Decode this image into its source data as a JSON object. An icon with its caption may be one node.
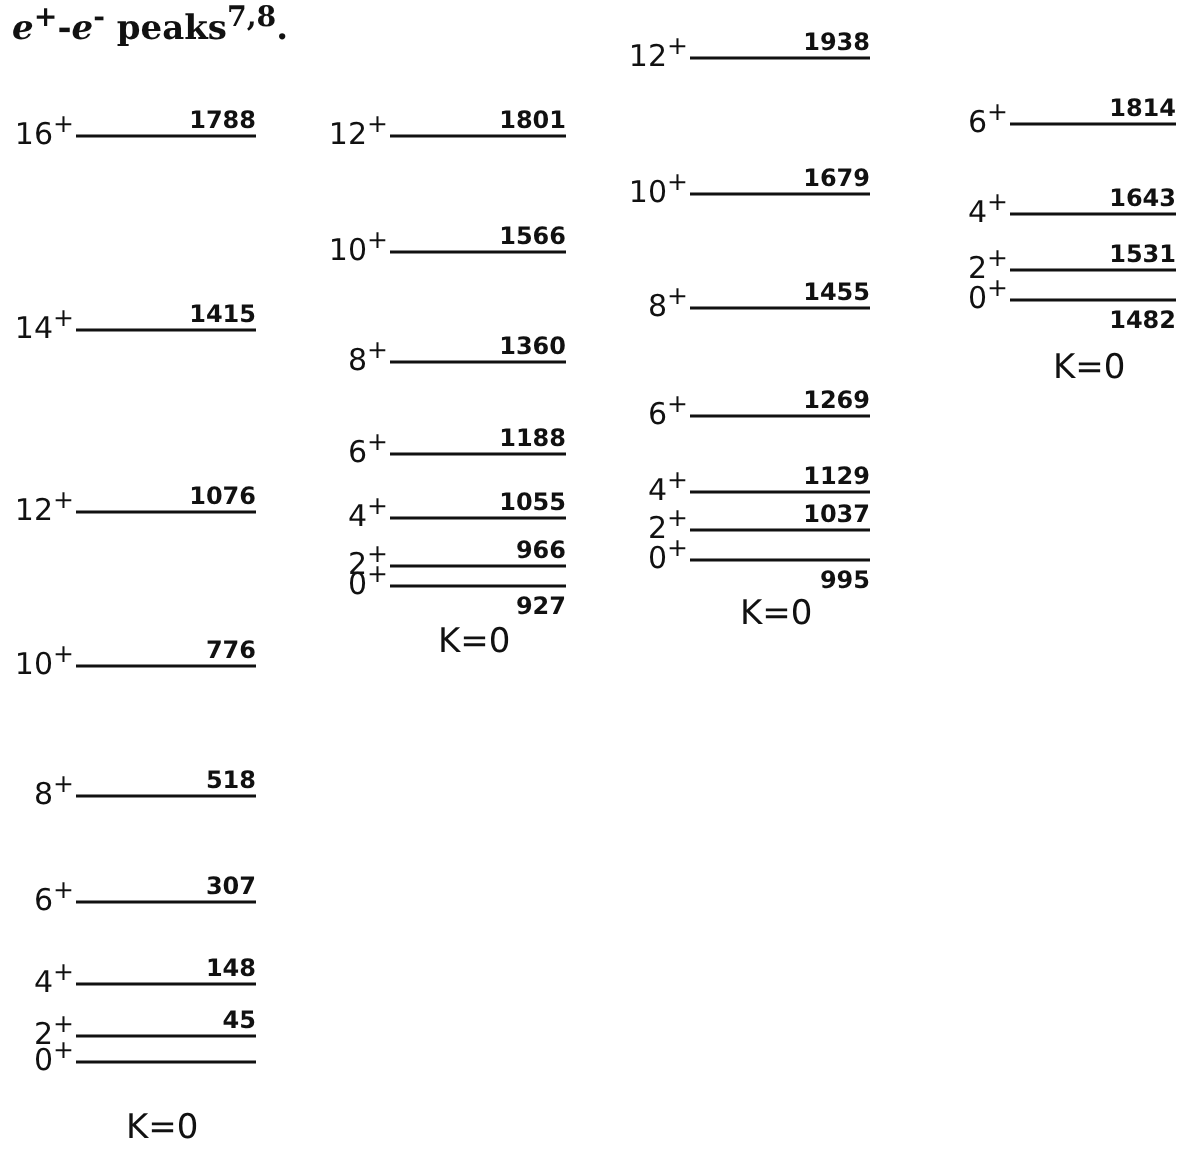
{
  "diagram": {
    "caption": "*e*$^{+}$-*e*$^{-}$ peaks$^{7,8}$.",
    "labels": [
      "16$^{+}$",
      "1788",
      "14$^{+}$",
      "1415",
      "12$^{+}$",
      "1076",
      "10$^{+}$",
      "776",
      "8$^{+}$",
      "518",
      "6$^{+}$",
      "307",
      "4$^{+}$",
      "148",
      "2$^{+}$",
      "45",
      "0$^{+}$",
      "K=0",
      "12$^{+}$",
      "1801",
      "10$^{+}$",
      "1566",
      "8$^{+}$",
      "1360",
      "6$^{+}$",
      "1188",
      "4$^{+}$",
      "1055",
      "2$^{+}$",
      "966",
      "0$^{+}$",
      "927",
      "K=0",
      "12$^{+}$",
      "1938",
      "10$^{+}$",
      "1679",
      "8$^{+}$",
      "1455",
      "6$^{+}$",
      "1269",
      "4$^{+}$",
      "1129",
      "2$^{+}$",
      "1037",
      "0$^{+}$",
      "995",
      "K=0",
      "6$^{+}$",
      "1814",
      "4$^{+}$",
      "1643",
      "2$^{+}$",
      "1531",
      "0$^{+}$",
      "1482",
      "K=0"
    ]
  }
}
